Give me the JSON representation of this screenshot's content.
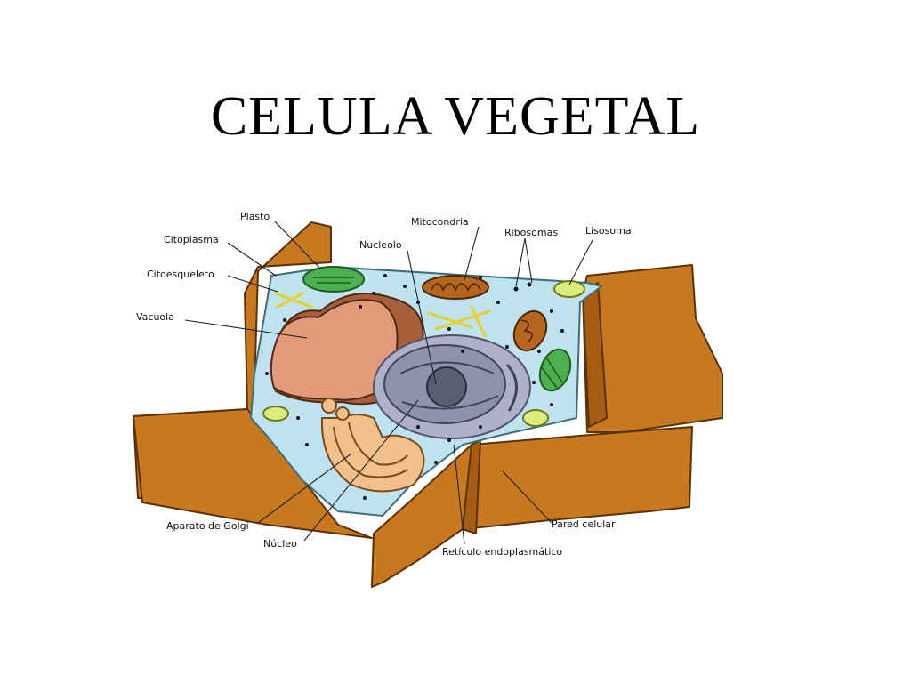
{
  "title": "CELULA VEGETAL",
  "labels": {
    "plasto": "Plasto",
    "citoplasma": "Citoplasma",
    "citoesqueleto": "Citoesqueleto",
    "vacuola": "Vacuola",
    "nucleolo": "Nucleolo",
    "mitocondria": "Mitocondria",
    "ribosomas": "Ribosomas",
    "lisosoma": "Lisosoma",
    "aparato_golgi": "Aparato de Golgi",
    "nucleo": "Núcleo",
    "pared_celular": "Pared celular",
    "reticulo": "Retículo endoplasmático"
  },
  "colors": {
    "cell_wall": "#c8781f",
    "cytoplasm": "#bfe3ee",
    "vacuole": "#e39a79",
    "plastid": "#4caf50",
    "mitochondria": "#b5651d",
    "nucleus": "#8e92ad",
    "golgi": "#f2c08a",
    "lysosome": "#d9ec7c",
    "cytoskeleton": "#f4e04d"
  }
}
